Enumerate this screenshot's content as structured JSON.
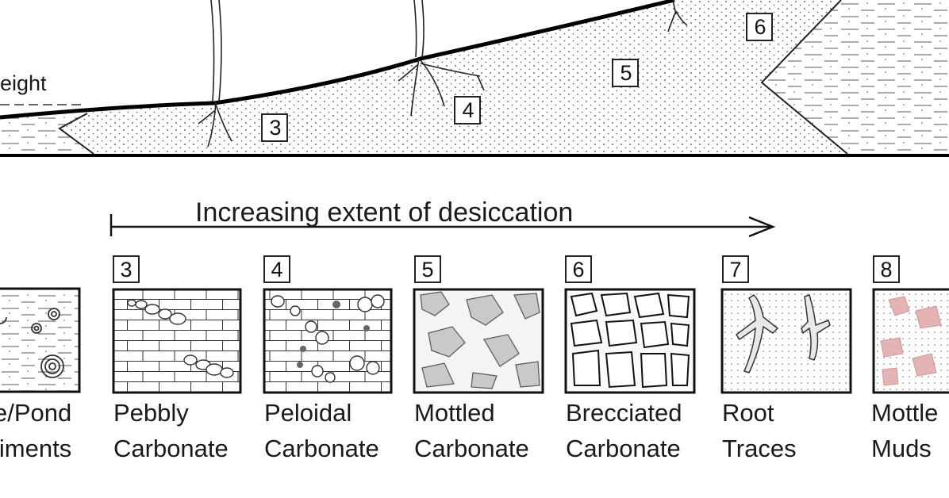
{
  "diagram": {
    "left_partial_label": "eight",
    "profile_numbers": [
      "3",
      "4",
      "5",
      "6"
    ],
    "arrow_label": "Increasing extent of desiccation",
    "panels": [
      {
        "number": "",
        "line1": "e/Pond",
        "line2": "liments"
      },
      {
        "number": "3",
        "line1": "Pebbly",
        "line2": "Carbonate"
      },
      {
        "number": "4",
        "line1": "Peloidal",
        "line2": "Carbonate"
      },
      {
        "number": "5",
        "line1": "Mottled",
        "line2": "Carbonate"
      },
      {
        "number": "6",
        "line1": "Brecciated",
        "line2": "Carbonate"
      },
      {
        "number": "7",
        "line1": "Root",
        "line2": "Traces"
      },
      {
        "number": "8",
        "line1": "Mottle",
        "line2": "Muds"
      }
    ],
    "colors": {
      "ink": "#111111",
      "pink_mottle": "#e4b3b3",
      "grey_mottle": "#c9c9c9"
    }
  }
}
